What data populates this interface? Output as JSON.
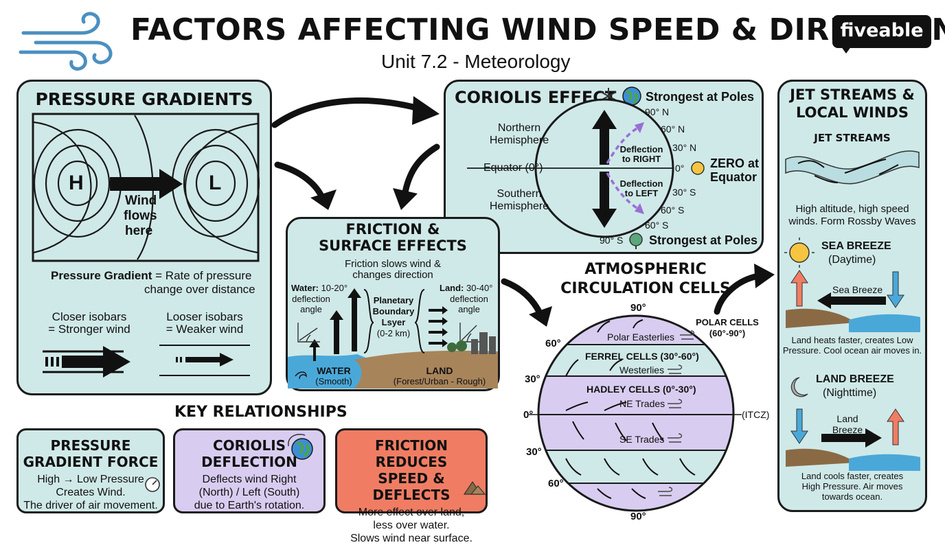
{
  "header": {
    "title": "FACTORS AFFECTING WIND SPEED & DIRECTION",
    "subtitle": "Unit 7.2 - Meteorology",
    "logo_text": "fiveable"
  },
  "pressure_panel": {
    "title": "PRESSURE GRADIENTS",
    "high": "H",
    "low": "L",
    "arrow_label": [
      "Wind",
      "flows",
      "here"
    ],
    "definition_term": "Pressure Gradient",
    "definition_rest": "= Rate of pressure",
    "definition_line2": "change over distance",
    "closer": [
      "Closer isobars",
      "= Stronger wind"
    ],
    "looser": [
      "Looser isobars",
      "= Weaker wind"
    ]
  },
  "coriolis_panel": {
    "title": "CORIOLIS EFFECT",
    "strongest_top": "Strongest at Poles",
    "strongest_bottom": "Strongest at Poles",
    "northern": [
      "Northern",
      "Hemisphere"
    ],
    "southern": [
      "Southern",
      "Hemisphere"
    ],
    "equator": "Equator (0°)",
    "zero": [
      "ZERO at",
      "Equator"
    ],
    "deflect_right": [
      "Deflection",
      "to RIGHT"
    ],
    "deflect_left": [
      "Deflection",
      "to LEFT"
    ],
    "latitudes": [
      "90° N",
      "60° N",
      "30° N",
      "0°",
      "30° S",
      "60° S",
      "60° S",
      "90° S"
    ]
  },
  "friction_panel": {
    "title": [
      "FRICTION &",
      "SURFACE EFFECTS"
    ],
    "subtitle": [
      "Friction slows wind &",
      "changes direction"
    ],
    "water_label": [
      "Water:",
      " 10-20°",
      "deflection",
      "angle"
    ],
    "land_label": [
      "Land:",
      " 30-40°",
      "deflection",
      "angle"
    ],
    "pbl": [
      "Planetary",
      "Boundary",
      "Lsyer",
      "(0-2 km)"
    ],
    "water_bottom": [
      "WATER",
      "(Smooth)"
    ],
    "land_bottom": [
      "LAND",
      "(Forest/Urban - Rough)"
    ]
  },
  "circulation": {
    "title": [
      "ATMOSPHERIC",
      "CIRCULATION CELLS"
    ],
    "polar_cells": [
      "POLAR CELLS",
      "(60°-90°)"
    ],
    "polar_easterlies": "Polar Easterlies",
    "ferrel": "FERREL CELLS (30°-60°)",
    "westerlies": "Westerlies",
    "hadley": "HADLEY CELLS (0°-30°)",
    "ne_trades": "NE Trades",
    "se_trades": "SE Trades",
    "itcz": "(ITCZ)",
    "lat_labels": [
      "90°",
      "60°",
      "30°",
      "0°",
      "30°",
      "60°",
      "90°"
    ]
  },
  "jet_panel": {
    "title": [
      "JET STREAMS &",
      "LOCAL WINDS"
    ],
    "jet_heading": "JET STREAMS",
    "jet_text": [
      "High altitude, high speed",
      "winds. Form Rossby Waves"
    ],
    "sea_heading": "SEA BREEZE",
    "sea_time": "(Daytime)",
    "sea_arrow": "Sea Breeze",
    "sea_text": [
      "Land heats faster, creates Low",
      "Pressure. Cool ocean air moves in."
    ],
    "land_heading": "LAND BREEZE",
    "land_time": "(Nighttime)",
    "land_arrow": [
      "Land",
      "Breeze"
    ],
    "land_text": [
      "Land cools faster, creates",
      "High Pressure. Air moves",
      "towards ocean."
    ]
  },
  "key": {
    "heading": "KEY RELATIONSHIPS",
    "cards": [
      {
        "title": [
          "PRESSURE",
          "GRADIENT FORCE"
        ],
        "lines": [
          "High → Low Pressure",
          "Creates Wind.",
          "The driver of air movement."
        ],
        "color": "#cfe9e8"
      },
      {
        "title": [
          "CORIOLIS",
          "DEFLECTION"
        ],
        "lines": [
          "Deflects wind Right",
          "(North) / Left (South)",
          "due to Earth's rotation."
        ],
        "color": "#d8cdf0"
      },
      {
        "title": [
          "FRICTION REDUCES",
          "SPEED & DEFLECTS"
        ],
        "lines": [
          "More effect over land,",
          "less over water.",
          "Slows wind near surface."
        ],
        "color": "#f07d63"
      }
    ]
  },
  "colors": {
    "teal_panel": "#cfe9e8",
    "lavender": "#d8cdf0",
    "coral": "#f07d63",
    "purple_arrow": "#9a6fd6",
    "water": "#4aa8d8",
    "land": "#a8845a"
  }
}
